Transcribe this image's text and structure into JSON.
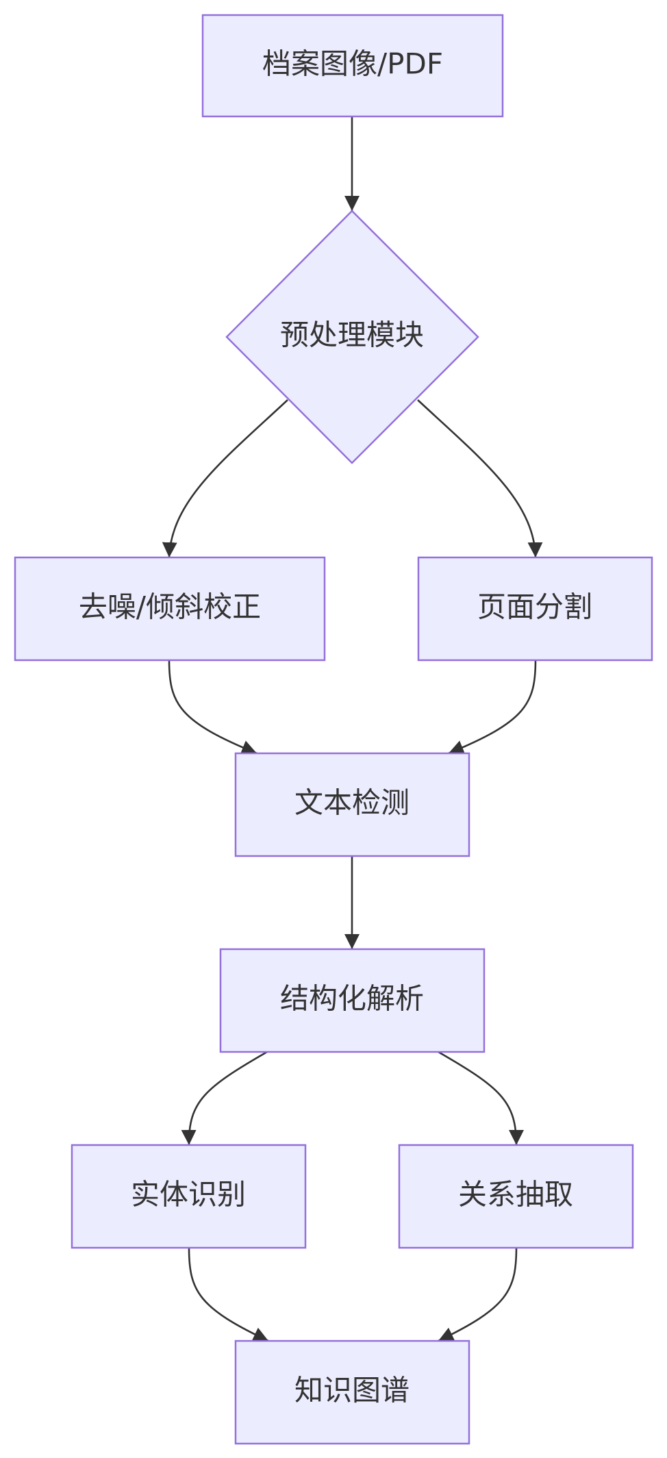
{
  "nodes": {
    "archive_input": "档案图像/PDF",
    "preprocess": "预处理模块",
    "denoise_deskew": "去噪/倾斜校正",
    "page_segmentation": "页面分割",
    "text_detection": "文本检测",
    "structured_parsing": "结构化解析",
    "entity_recognition": "实体识别",
    "relation_extraction": "关系抽取",
    "knowledge_graph": "知识图谱"
  },
  "edges": [
    [
      "archive_input",
      "preprocess"
    ],
    [
      "preprocess",
      "denoise_deskew"
    ],
    [
      "preprocess",
      "page_segmentation"
    ],
    [
      "denoise_deskew",
      "text_detection"
    ],
    [
      "page_segmentation",
      "text_detection"
    ],
    [
      "text_detection",
      "structured_parsing"
    ],
    [
      "structured_parsing",
      "entity_recognition"
    ],
    [
      "structured_parsing",
      "relation_extraction"
    ],
    [
      "entity_recognition",
      "knowledge_graph"
    ],
    [
      "relation_extraction",
      "knowledge_graph"
    ]
  ],
  "colors": {
    "node_fill": "#ECECFF",
    "node_stroke": "#9370DB",
    "edge": "#333333",
    "text": "#333333"
  }
}
